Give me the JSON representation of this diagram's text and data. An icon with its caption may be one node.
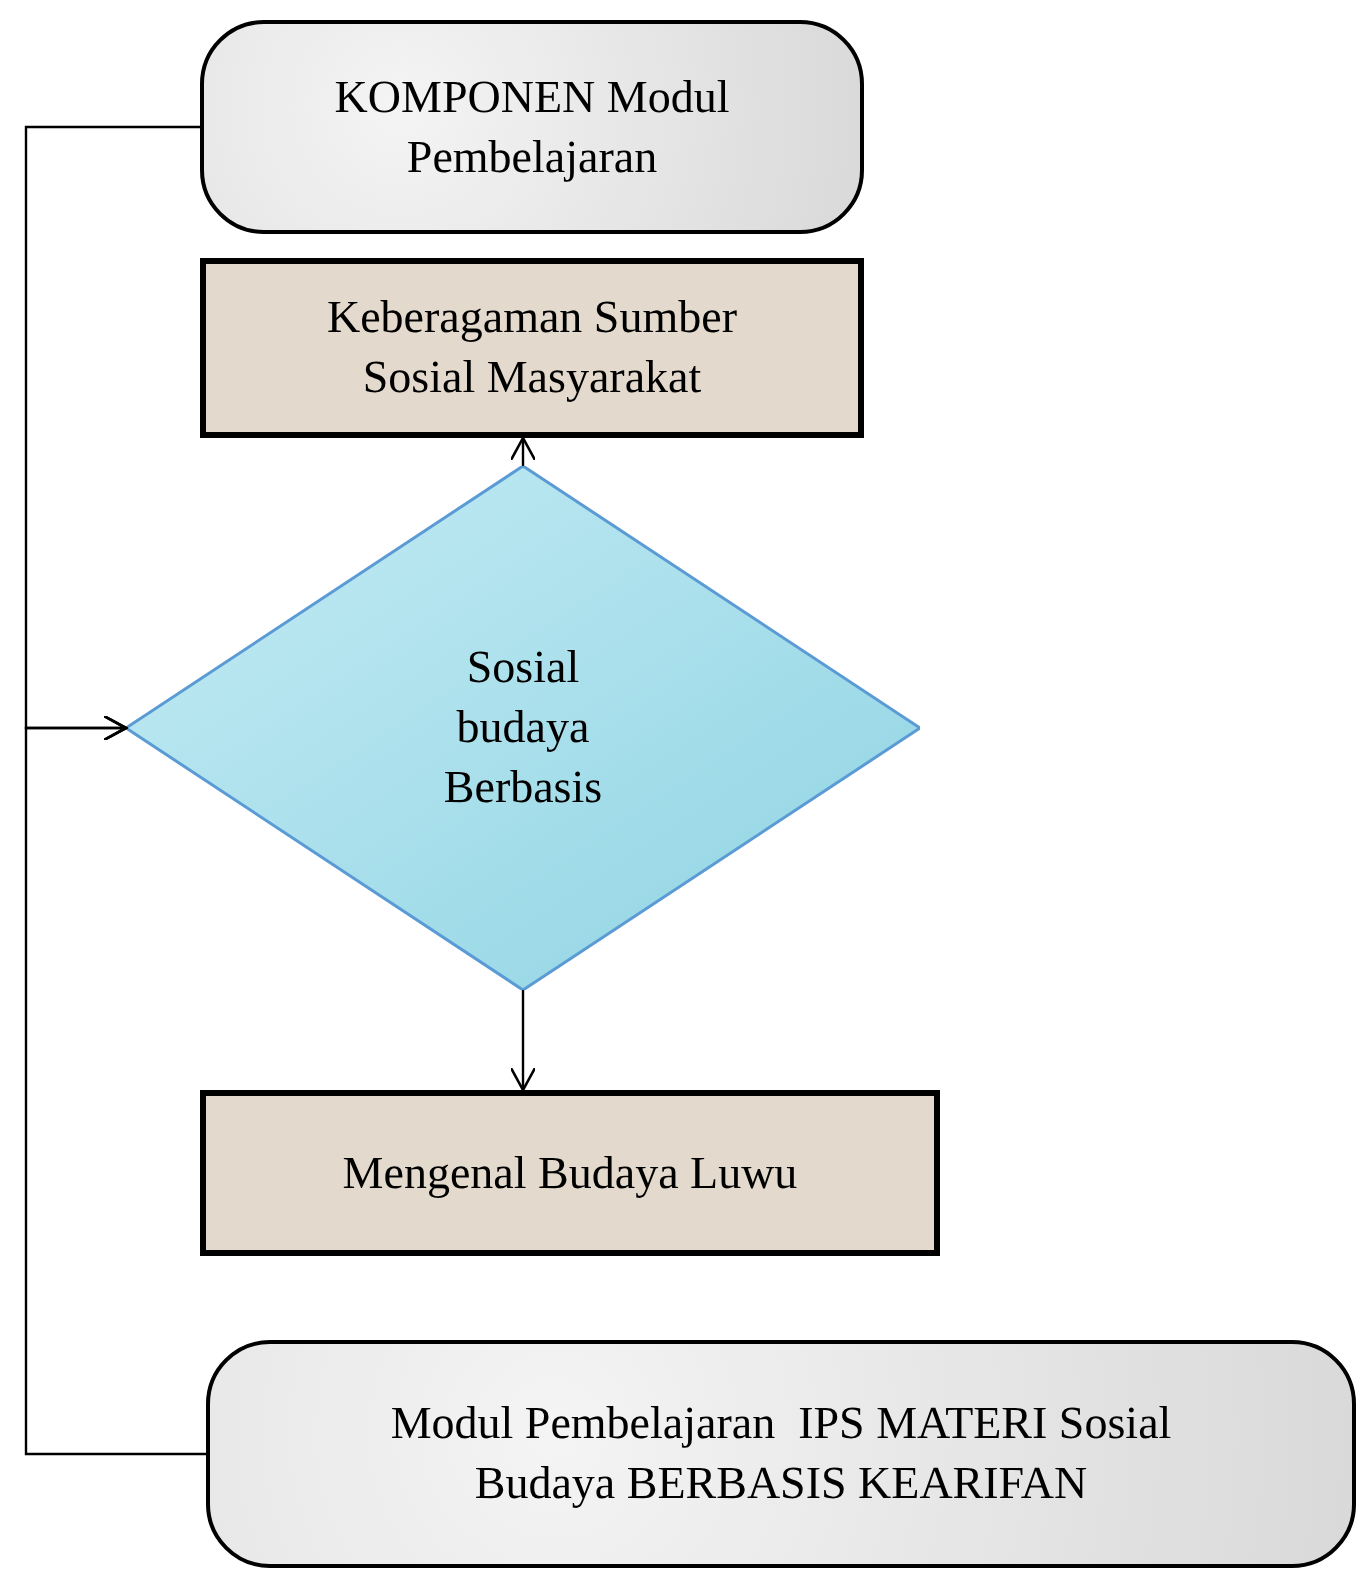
{
  "diagram": {
    "nodes": [
      {
        "text": [
          "KOMPONEN Modul Pembelajaran"
        ]
      },
      {
        "text": [
          "Keberagaman Sumber Sosial Masyarakat"
        ]
      },
      {
        "text": [
          "Sosial budaya Berbasis"
        ]
      },
      {
        "text": [
          "Mengenal Budaya Luwu"
        ]
      },
      {
        "text": [
          "Modul Pembelajaran  IPS MATERI Sosial Budaya BERBASIS KEARIFAN"
        ]
      }
    ],
    "edges": [
      {
        "from": 0,
        "to": 2,
        "arrow": "to"
      },
      {
        "from": 4,
        "to": 2,
        "arrow": "to"
      },
      {
        "from": 2,
        "to": 1,
        "arrow": "to"
      },
      {
        "from": 2,
        "to": 3,
        "arrow": "to"
      }
    ]
  }
}
